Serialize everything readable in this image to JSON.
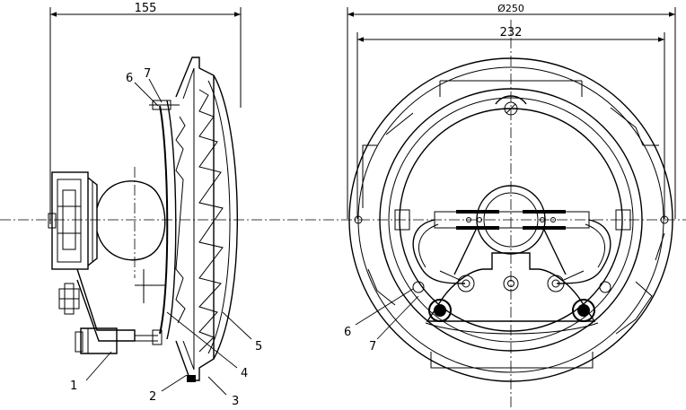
{
  "drawing": {
    "side_view": {
      "dimension_width": "155",
      "callouts": [
        {
          "id": "1",
          "label": "1"
        },
        {
          "id": "2",
          "label": "2"
        },
        {
          "id": "3",
          "label": "3"
        },
        {
          "id": "4",
          "label": "4"
        },
        {
          "id": "5",
          "label": "5"
        },
        {
          "id": "6",
          "label": "6"
        },
        {
          "id": "7",
          "label": "7"
        }
      ]
    },
    "front_view": {
      "dimension_outer_diameter": "Ø250",
      "dimension_mount_span": "232",
      "callouts": [
        {
          "id": "6",
          "label": "6"
        },
        {
          "id": "7",
          "label": "7"
        }
      ]
    }
  }
}
